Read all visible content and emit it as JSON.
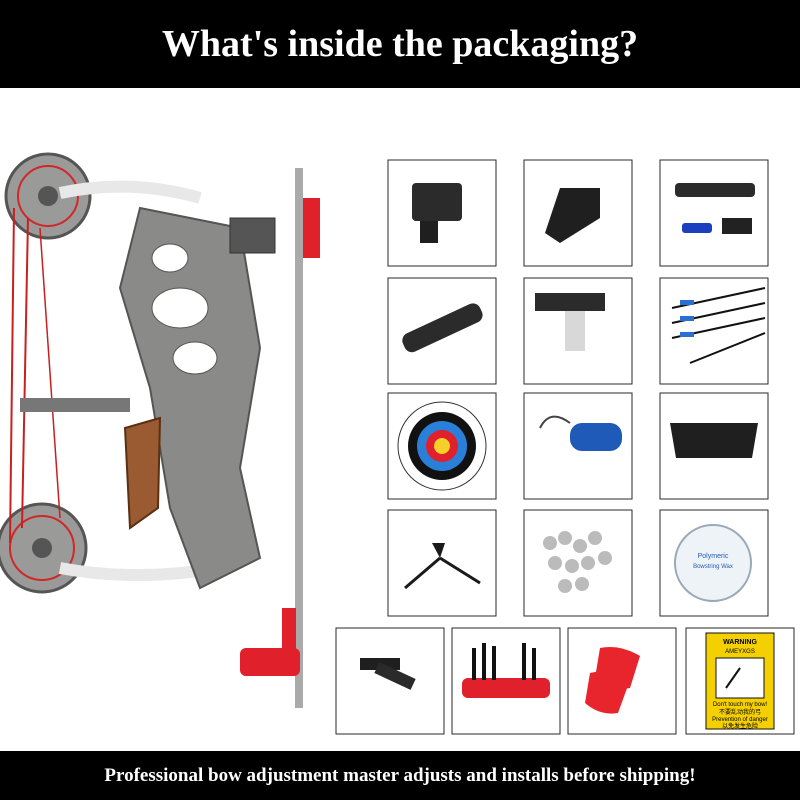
{
  "header": {
    "title": "What's inside the packaging?"
  },
  "footer": {
    "note": "Professional bow adjustment master adjusts and installs before shipping!"
  },
  "warning_card": {
    "heading": "WARNING",
    "brand": "AMEYXGS",
    "line_en_1": "Don't touch my bow!",
    "line_cn_1": "不要乱动我的弓",
    "line_en_2": "Prevention of danger",
    "line_cn_2": "以免发生危险"
  },
  "wax_label": {
    "line1": "Polymeric",
    "line2": "Bowstring Wax"
  },
  "colors": {
    "banner": "#000000",
    "accent_red": "#e0202a",
    "bow_grey": "#8a8a88",
    "wood": "#9a5a32",
    "warning_yellow": "#f4d000"
  },
  "items": [
    "peep-sight",
    "bracket-plate",
    "laser-sight-kit",
    "stabilizer",
    "arrow-rest",
    "arrows",
    "target-face",
    "finger-sling",
    "bow-quiver",
    "bow-stand",
    "steel-balls",
    "bowstring-wax",
    "mount-bracket",
    "allen-key-set",
    "string-silencers",
    "warning-card"
  ]
}
